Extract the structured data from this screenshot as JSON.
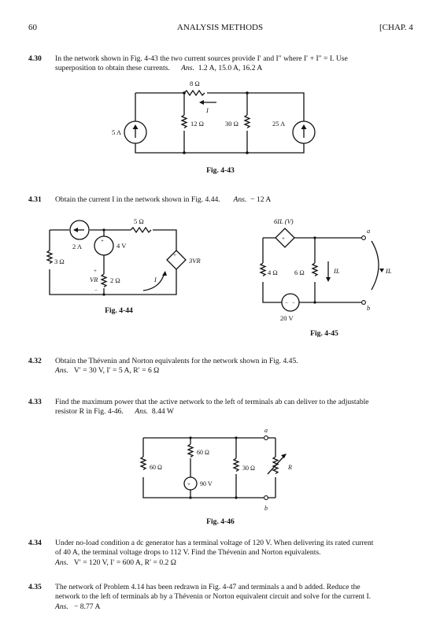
{
  "header": {
    "page_number": "60",
    "running_title": "ANALYSIS METHODS",
    "chapter": "[CHAP. 4"
  },
  "problems": [
    {
      "number": "4.30",
      "line1": "In the network shown in Fig. 4-43 the two current sources provide I′ and I″ where I′ + I″ = I.  Use",
      "line2": "superposition to obtain these currents.",
      "ans_label": "Ans.",
      "ans_value": "1.2 A, 15.0 A, 16.2 A"
    },
    {
      "number": "4.31",
      "line1": "Obtain the current I in the network shown in Fig. 4.44.",
      "ans_label": "Ans.",
      "ans_value": "− 12 A"
    },
    {
      "number": "4.32",
      "line1": "Obtain the Thévenin and Norton equivalents for the network shown in Fig. 4.45.",
      "ans_label": "Ans.",
      "ans_value": "V′ = 30 V, I′ = 5 A, R′ = 6 Ω"
    },
    {
      "number": "4.33",
      "line1": "Find the maximum power that the active network to the left of terminals ab can deliver to the adjustable",
      "line2": "resistor R in Fig. 4-46.",
      "ans_label": "Ans.",
      "ans_value": "8.44 W"
    },
    {
      "number": "4.34",
      "line1": "Under no-load condition a dc generator has a terminal voltage of 120 V.  When delivering its rated current",
      "line2": "of 40 A, the terminal voltage drops to 112 V.  Find the Thévenin and Norton equivalents.",
      "ans_label": "Ans.",
      "ans_value": "V′ = 120 V, I′ = 600 A, R′ = 0.2 Ω"
    },
    {
      "number": "4.35",
      "line1": "The network of Problem 4.14 has been redrawn in Fig. 4-47 and terminals a and b added.  Reduce the",
      "line2": "network to the left of terminals ab by a Thévenin or Norton equivalent circuit and solve for the current I.",
      "ans_label": "Ans.",
      "ans_value": "− 8.77 A"
    }
  ],
  "figures": {
    "fig43": {
      "caption": "Fig. 4-43",
      "labels": {
        "r_top": "8 Ω",
        "current": "I",
        "src_left": "5 A",
        "r_mid1": "12 Ω",
        "r_mid2": "30 Ω",
        "src_right": "25 A"
      }
    },
    "fig44": {
      "caption": "Fig. 4-44",
      "labels": {
        "r_top": "5 Ω",
        "src_cur": "2 A",
        "src_volt": "4 V",
        "r_left": "3 Ω",
        "vr": "VR",
        "r_mid": "2 Ω",
        "dep": "3VR",
        "current": "I",
        "plus": "+",
        "minus": "−"
      }
    },
    "fig45": {
      "caption": "Fig. 4-45",
      "labels": {
        "dep": "6IL  (V)",
        "r1": "4 Ω",
        "r2": "6 Ω",
        "il": "IL",
        "il2": "IL",
        "src": "20 V",
        "a": "a",
        "b": "b"
      }
    },
    "fig46": {
      "caption": "Fig. 4-46",
      "labels": {
        "r1": "60 Ω",
        "r2": "60 Ω",
        "src": "90 V",
        "r3": "30 Ω",
        "r": "R",
        "a": "a",
        "b": "b"
      }
    }
  }
}
